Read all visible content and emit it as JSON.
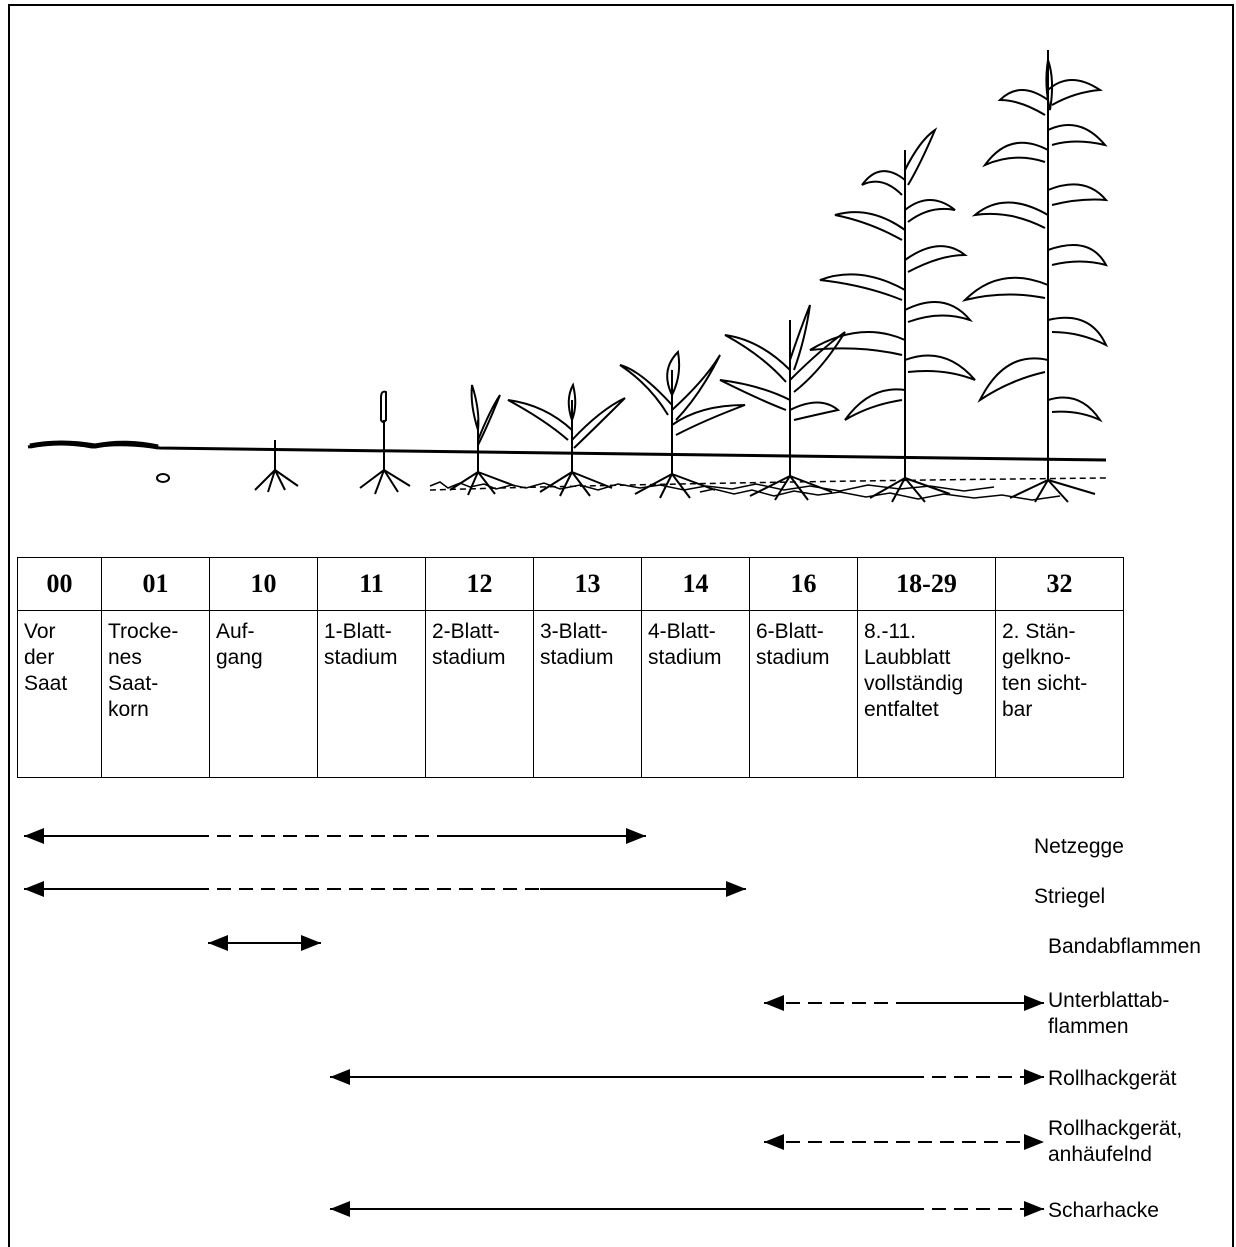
{
  "stages": [
    {
      "code": "00",
      "desc": "Vor\nder\nSaat"
    },
    {
      "code": "01",
      "desc": "Trocke-\nnes\nSaat-\nkorn"
    },
    {
      "code": "10",
      "desc": "Auf-\ngang"
    },
    {
      "code": "11",
      "desc": "1-Blatt-\nstadium"
    },
    {
      "code": "12",
      "desc": "2-Blatt-\nstadium"
    },
    {
      "code": "13",
      "desc": "3-Blatt-\nstadium"
    },
    {
      "code": "14",
      "desc": "4-Blatt-\nstadium"
    },
    {
      "code": "16",
      "desc": "6-Blatt-\nstadium"
    },
    {
      "code": "18-29",
      "desc": "8.-11.\nLaubblatt\nvollständig\nentfaltet"
    },
    {
      "code": "32",
      "desc": "2. Stän-\ngelkno-\nten sicht-\nbar"
    }
  ],
  "tools": [
    {
      "label": "Netzegge"
    },
    {
      "label": "Striegel"
    },
    {
      "label": "Bandabflammen"
    },
    {
      "label": "Unterblattab-\nflammen"
    },
    {
      "label": "Rollhackgerät"
    },
    {
      "label": "Rollhackgerät,\nanhäufelnd"
    },
    {
      "label": "Scharhacke"
    }
  ]
}
